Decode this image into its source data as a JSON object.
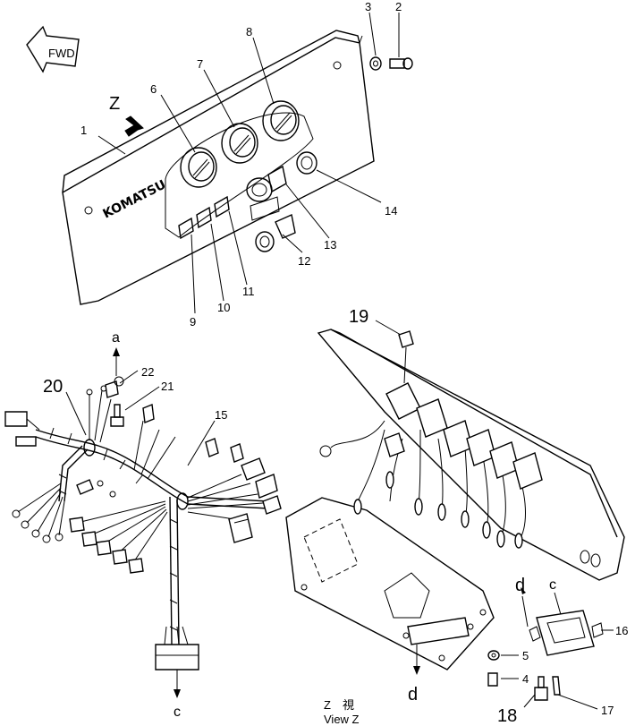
{
  "panel": {
    "fwd_label": "FWD",
    "z_arrow_label": "Z",
    "brand": "KOMATSU"
  },
  "callouts": {
    "c1": "1",
    "c2": "2",
    "c3": "3",
    "c4": "4",
    "c5": "5",
    "c6": "6",
    "c7": "7",
    "c8": "8",
    "c9": "9",
    "c10": "10",
    "c11": "11",
    "c12": "12",
    "c13": "13",
    "c14": "14",
    "c15": "15",
    "c16": "16",
    "c17": "17",
    "c18": "18",
    "c19": "19",
    "c20": "20",
    "c21": "21",
    "c22": "22"
  },
  "connectors": {
    "a_top": "a",
    "c_bottom": "c",
    "d_left": "d",
    "d_right": "d",
    "c_right": "c"
  },
  "view_caption": {
    "japanese": "Z　視",
    "english": "View Z"
  }
}
